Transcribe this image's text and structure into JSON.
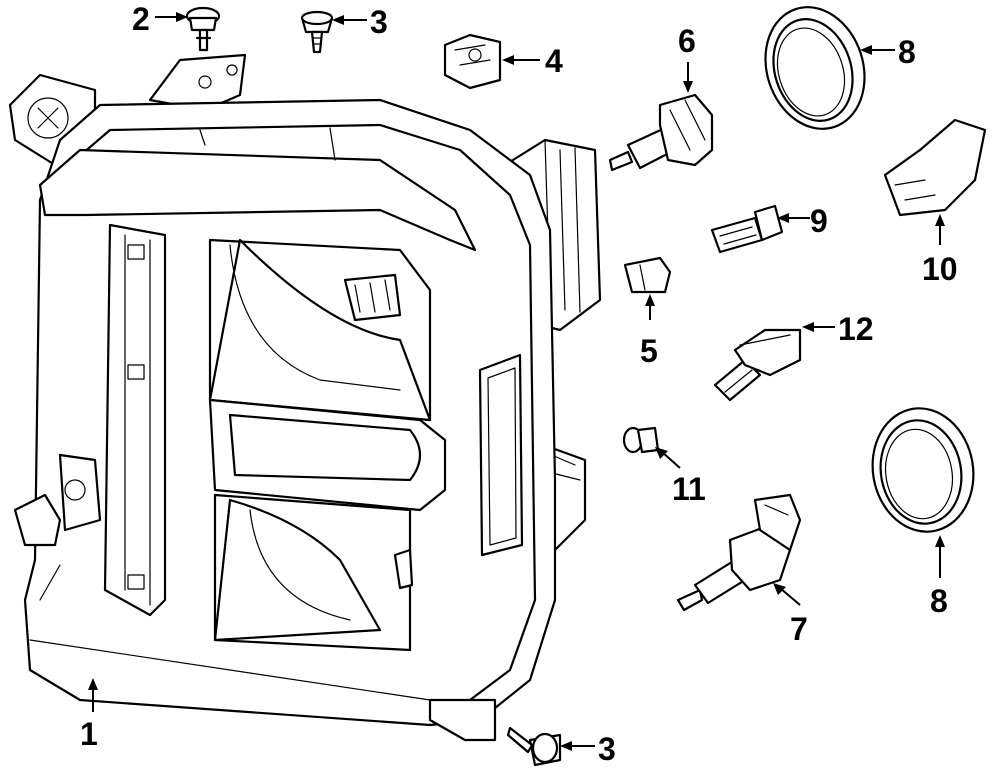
{
  "callouts": {
    "c1": "1",
    "c2": "2",
    "c3a": "3",
    "c3b": "3",
    "c4": "4",
    "c5": "5",
    "c6": "6",
    "c7": "7",
    "c8a": "8",
    "c8b": "8",
    "c9": "9",
    "c10": "10",
    "c11": "11",
    "c12": "12"
  }
}
